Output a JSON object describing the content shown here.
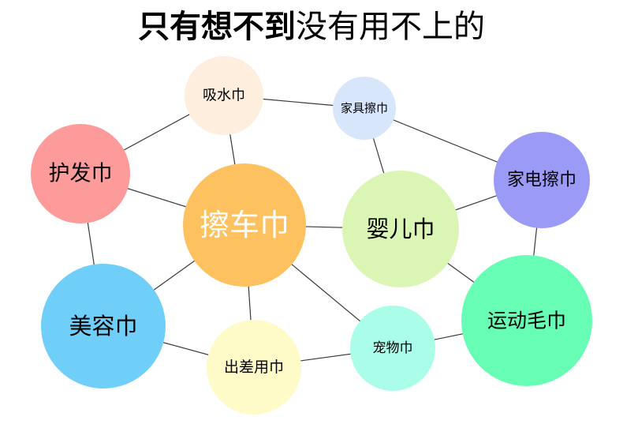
{
  "title": {
    "bold": "只有想不到",
    "normal": "没有用不上的"
  },
  "nodes": [
    {
      "id": "xishuijin",
      "label": "吸水巾",
      "color": "#fdeedd",
      "text_color": "#000000"
    },
    {
      "id": "jiaju",
      "label": "家具擦巾",
      "color": "#d7e6fb",
      "text_color": "#000000"
    },
    {
      "id": "hufa",
      "label": "护发巾",
      "color": "#fd9a9a",
      "text_color": "#000000"
    },
    {
      "id": "cheche",
      "label": "擦车巾",
      "color": "#fdc160",
      "text_color": "#ffffff"
    },
    {
      "id": "yinger",
      "label": "婴儿巾",
      "color": "#dbf6b4",
      "text_color": "#000000"
    },
    {
      "id": "jiadian",
      "label": "家电擦巾",
      "color": "#9b9bf7",
      "text_color": "#000000"
    },
    {
      "id": "meirong",
      "label": "美容巾",
      "color": "#6fcff9",
      "text_color": "#000000"
    },
    {
      "id": "chucha",
      "label": "出差用巾",
      "color": "#fefbc8",
      "text_color": "#000000"
    },
    {
      "id": "chongwu",
      "label": "宠物巾",
      "color": "#aafde9",
      "text_color": "#000000"
    },
    {
      "id": "yundong",
      "label": "运动毛巾",
      "color": "#67fdb4",
      "text_color": "#000000"
    }
  ],
  "edges": [
    [
      "xishuijin",
      "hufa"
    ],
    [
      "xishuijin",
      "jiaju"
    ],
    [
      "xishuijin",
      "cheche"
    ],
    [
      "jiaju",
      "jiadian"
    ],
    [
      "jiaju",
      "yinger"
    ],
    [
      "hufa",
      "cheche"
    ],
    [
      "hufa",
      "meirong"
    ],
    [
      "cheche",
      "yinger"
    ],
    [
      "cheche",
      "meirong"
    ],
    [
      "cheche",
      "chucha"
    ],
    [
      "cheche",
      "chongwu"
    ],
    [
      "yinger",
      "jiadian"
    ],
    [
      "yinger",
      "yundong"
    ],
    [
      "jiadian",
      "yundong"
    ],
    [
      "meirong",
      "chucha"
    ],
    [
      "chucha",
      "chongwu"
    ],
    [
      "chongwu",
      "yundong"
    ]
  ]
}
